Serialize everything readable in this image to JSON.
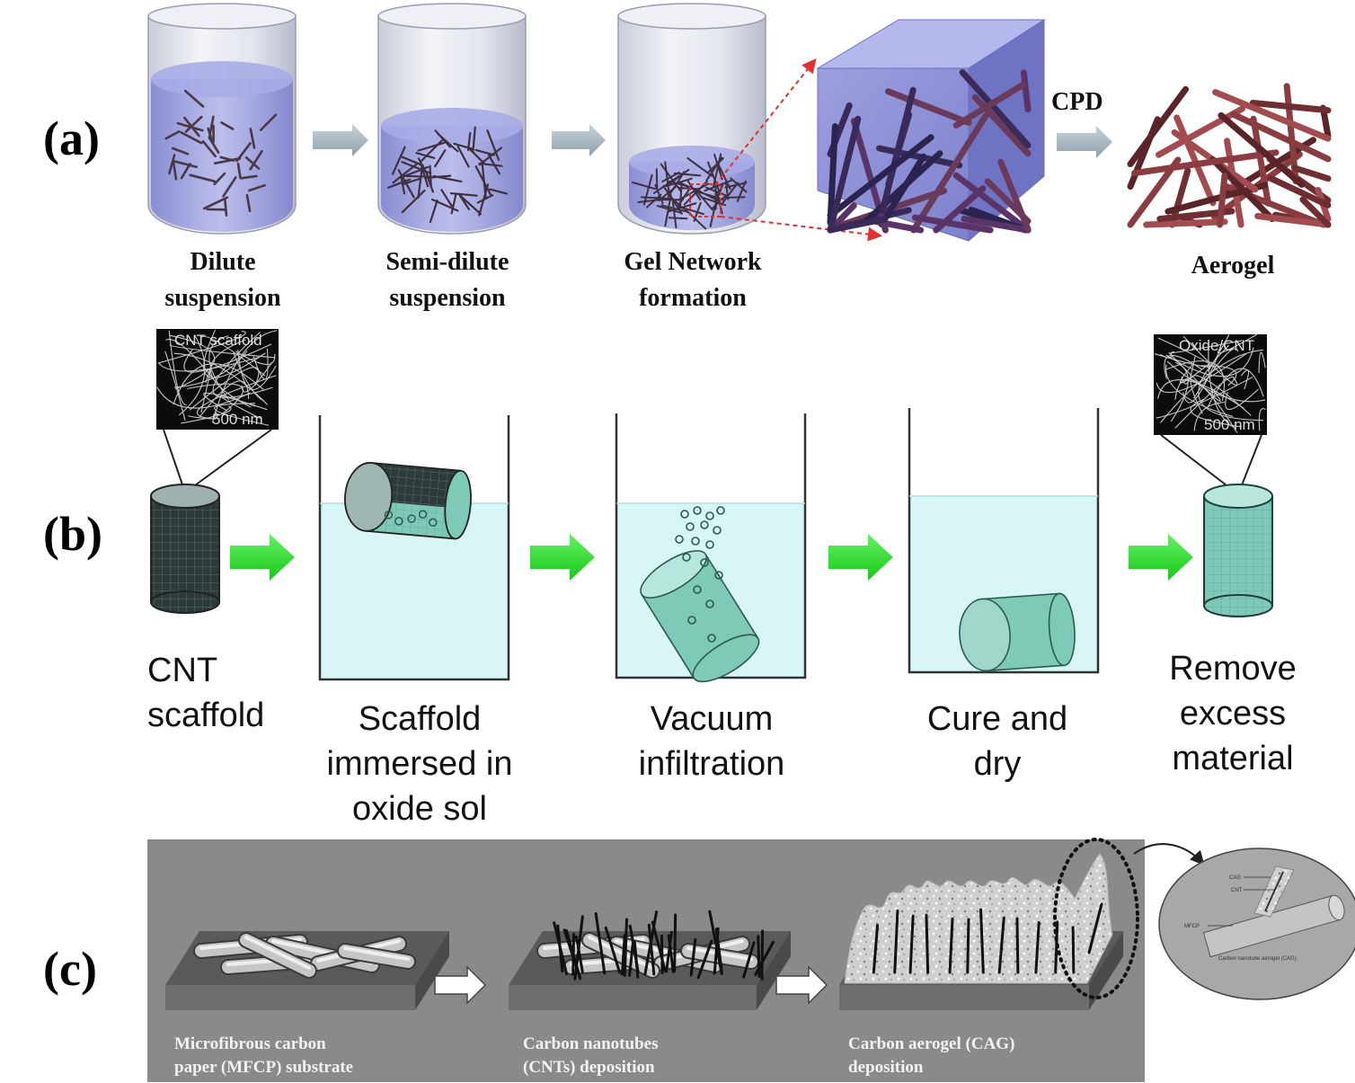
{
  "panels": {
    "a": {
      "label": "(a)",
      "stages": [
        {
          "line1": "Dilute",
          "line2": "suspension"
        },
        {
          "line1": "Semi-dilute",
          "line2": "suspension"
        },
        {
          "line1": "Gel Network",
          "line2": "formation"
        }
      ],
      "cpd_label": "CPD",
      "aerogel_label": "Aerogel"
    },
    "b": {
      "label": "(b)",
      "inset_left": {
        "title": "CNT scaffold",
        "scale": "500 nm"
      },
      "inset_right": {
        "title": "Oxide/CNT",
        "scale": "500 nm"
      },
      "steps": [
        {
          "lines": [
            "CNT",
            "scaffold"
          ]
        },
        {
          "lines": [
            "Scaffold",
            "immersed in",
            "oxide sol"
          ]
        },
        {
          "lines": [
            "Vacuum",
            "infiltration"
          ]
        },
        {
          "lines": [
            "Cure and",
            "dry"
          ]
        },
        {
          "lines": [
            "Remove",
            "excess",
            "material"
          ]
        }
      ]
    },
    "c": {
      "label": "(c)",
      "steps": [
        {
          "line1": "Microfibrous carbon",
          "line2": "paper (MFCP) substrate"
        },
        {
          "line1": "Carbon nanotubes",
          "line2": "(CNTs) deposition"
        },
        {
          "line1": "Carbon aerogel (CAG)",
          "line2": "deposition"
        }
      ],
      "zoom_labels": {
        "cag": "CAG",
        "cnt": "CNT",
        "mfcp": "MFCP",
        "caption": "Carbon nanotube aerogel (CAG)"
      }
    }
  },
  "colors": {
    "liquid_blue": "#8f93d8",
    "oxide_sol": "#d8f6f6",
    "arrow_green": "#22dd22",
    "fiber_red": "#8a3c40",
    "panel_c_bg": "#8a8a8a"
  }
}
